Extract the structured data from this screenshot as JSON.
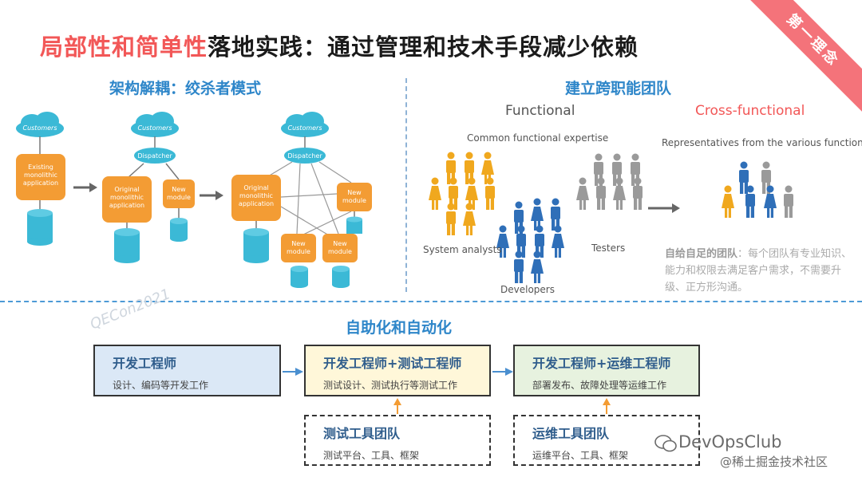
{
  "title": {
    "highlight": "局部性和简单性",
    "rest": "落地实践：通过管理和技术手段减少依赖"
  },
  "corner_badge": "第一理念",
  "left_section": {
    "title": "架构解耦：绞杀者模式",
    "customers": "Customers",
    "dispatcher": "Dispatcher",
    "existing_app": "Existing monolithic application",
    "original_app": "Original monolithic application",
    "new_module": "New module"
  },
  "right_section": {
    "title": "建立跨职能团队",
    "functional": "Functional",
    "cross_functional": "Cross-functional",
    "common_expertise": "Common functional expertise",
    "representatives": "Representatives from the various functions",
    "system_analysts": "System analysts",
    "developers": "Developers",
    "testers": "Testers",
    "note_bold": "自给自足的团队",
    "note_rest": "：每个团队有专业知识、能力和权限去满足客户需求，不需要升级、正方形沟通。"
  },
  "bottom_section": {
    "title": "自助化和自动化",
    "boxes": [
      {
        "title": "开发工程师",
        "sub": "设计、编码等开发工作"
      },
      {
        "title": "开发工程师+测试工程师",
        "sub": "测试设计、测试执行等测试工作"
      },
      {
        "title": "开发工程师+运维工程师",
        "sub": "部署发布、故障处理等运维工作"
      },
      {
        "title": "测试工具团队",
        "sub": "测试平台、工具、框架"
      },
      {
        "title": "运维工具团队",
        "sub": "运维平台、工具、框架"
      }
    ]
  },
  "watermark": {
    "brand": "DevOpsClub",
    "sub": "@稀土掘金技术社区",
    "diag": "QECon2021"
  },
  "colors": {
    "orange": "#f39c34",
    "cyan": "#3bb9d6",
    "blue_person": "#2f6fb8",
    "yellow_person": "#f0a81e",
    "gray_person": "#9a9a9a",
    "accent_red": "#f25757",
    "section_blue": "#2e86c9"
  }
}
